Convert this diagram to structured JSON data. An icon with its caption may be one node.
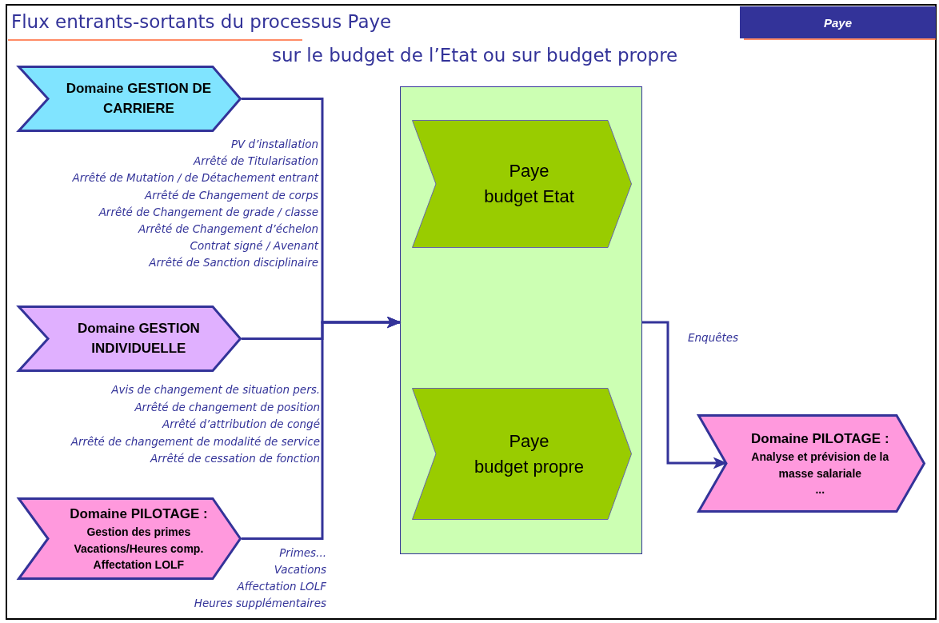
{
  "diagram": {
    "title": "Flux entrants-sortants du processus Paye",
    "nodes": [
      {
        "text": [
          "Domaine GESTION DE CARRIERE"
        ],
        "beside": [
          "PV d’installation",
          "Arrêté de Titularisation",
          "Arrêté de Mutation / de Détachement entrant",
          "Arrêté de Changement de corps",
          "Arrêté de Changement de grade / classe",
          "Arrêté de Changement d’échelon",
          "Contrat signé / Avenant",
          "Arrêté de Sanction disciplinaire"
        ]
      },
      {
        "text": [
          "Domaine GESTION INDIVIDUELLE"
        ],
        "beside": [
          "Avis de changement de situation pers.",
          "Arrêté de changement de position",
          "Arrêté d’attribution de congé",
          "Arrêté de changement de modalité de service",
          "Arrêté de cessation de fonction"
        ]
      },
      {
        "text": [
          "Domaine PILOTAGE :",
          "Gestion des primes Vacations/Heures comp. Affectation LOLF"
        ],
        "beside": [
          "Primes...",
          "Vacations",
          "Affectation LOLF",
          "Heures supplémentaires"
        ]
      },
      {
        "text": [],
        "shape": "box"
      },
      {
        "text": [
          "Paye",
          "budget Etat"
        ],
        "in": 3
      },
      {
        "text": [
          "Paye",
          "budget propre"
        ],
        "in": 3
      },
      {
        "text": [
          "Domaine PILOTAGE :",
          "Analyse et prévision de la masse salariale",
          "..."
        ]
      }
    ],
    "edges": [
      {
        "from": 0,
        "to": 3,
        "arrow": "to"
      },
      {
        "from": 1,
        "to": 3,
        "arrow": "to"
      },
      {
        "from": 2,
        "to": 3,
        "arrow": "to"
      },
      {
        "from": 3,
        "to": 6,
        "arrow": "to",
        "label": "Enquêtes"
      }
    ],
    "labels": [
      "Paye",
      "sur le budget de l’Etat ou sur budget propre"
    ]
  }
}
